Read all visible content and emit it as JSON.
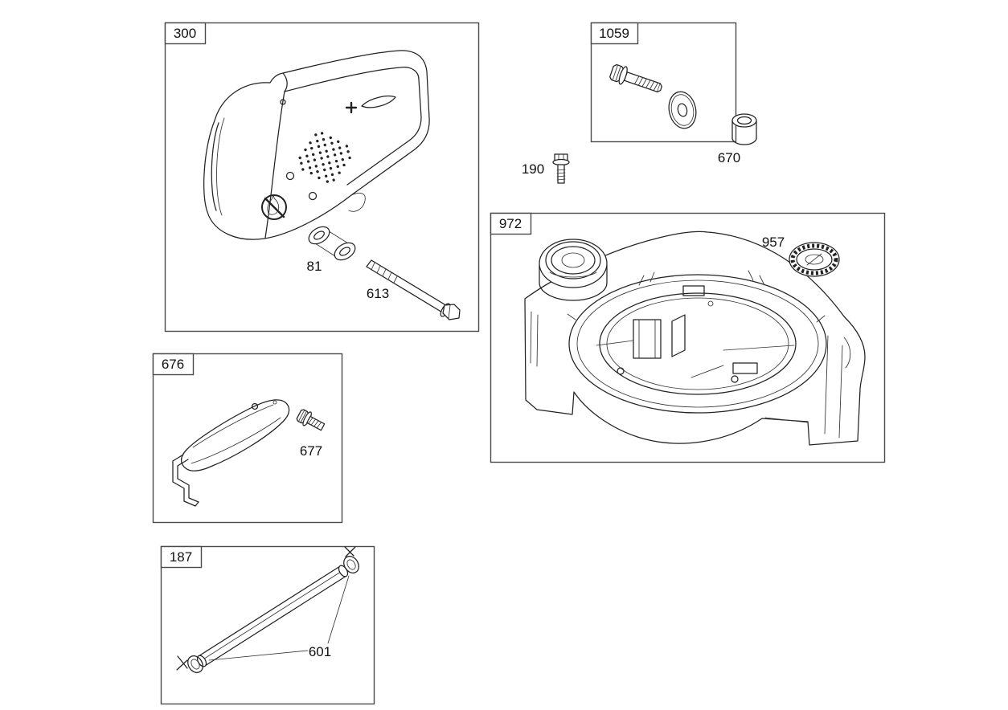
{
  "diagram": {
    "background": "#ffffff",
    "line_color": "#222222",
    "boxes": [
      {
        "id": "muffler_group",
        "number": "300"
      },
      {
        "id": "bolt_washer_group",
        "number": "1059"
      },
      {
        "id": "blower_housing_group",
        "number": "972"
      },
      {
        "id": "guard_group",
        "number": "676"
      },
      {
        "id": "fuel_line_group",
        "number": "187"
      }
    ],
    "part_labels": [
      {
        "id": "muffler_lock",
        "number": "81"
      },
      {
        "id": "muffler_screw",
        "number": "613"
      },
      {
        "id": "spacer",
        "number": "670"
      },
      {
        "id": "bolt",
        "number": "190"
      },
      {
        "id": "fuel_cap",
        "number": "957"
      },
      {
        "id": "guard_screw",
        "number": "677"
      },
      {
        "id": "hose_clamps",
        "number": "601"
      }
    ]
  }
}
